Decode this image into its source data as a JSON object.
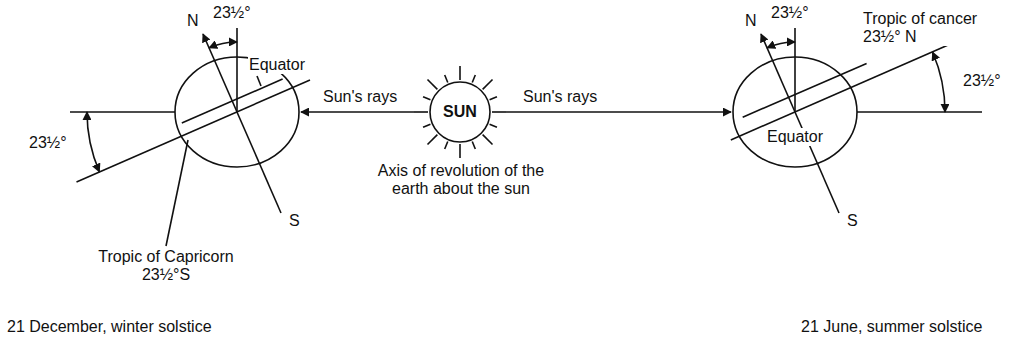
{
  "diagram": {
    "nodes": [
      {
        "text": [
          "SUN"
        ]
      }
    ],
    "labels": [
      "N",
      "23½°",
      "Equator",
      "23½°",
      "Tropic of Capricorn 23½°S",
      "S",
      "21 December, winter solstice",
      "Sun's rays",
      "Axis of revolution of the earth about the sun",
      "Sun's rays",
      "N",
      "23½°",
      "Tropic of cancer 23½° N",
      "23½°",
      "Equator",
      "S",
      "21 June, summer solstice"
    ]
  }
}
